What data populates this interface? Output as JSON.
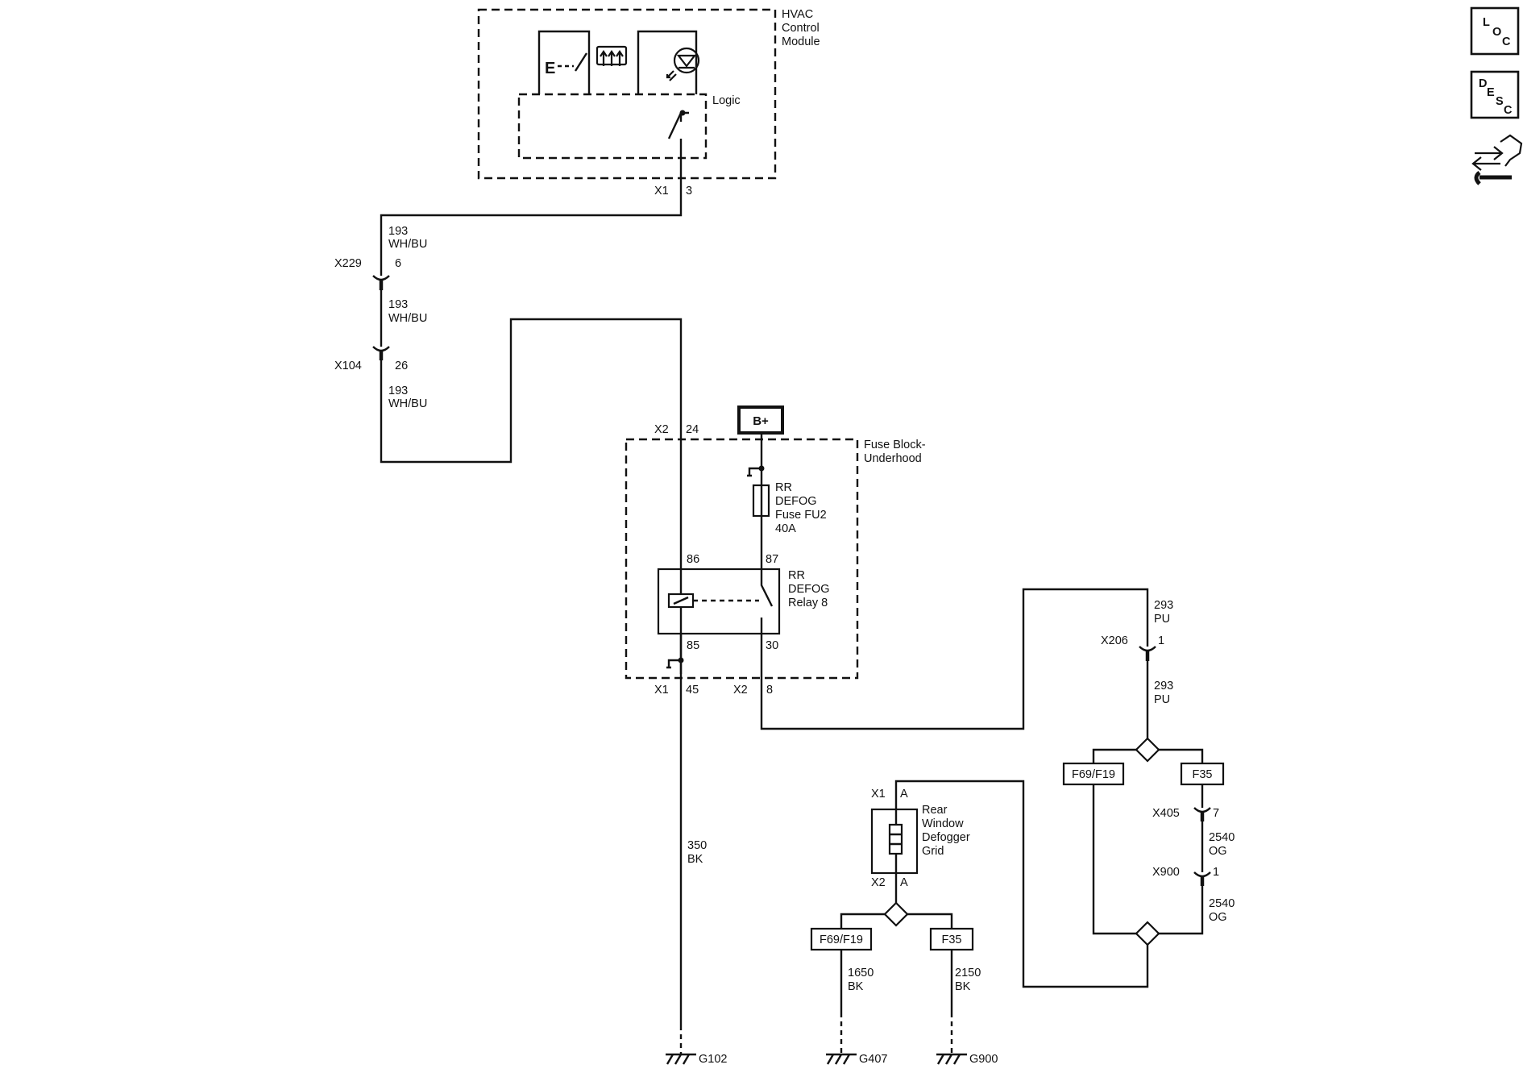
{
  "modules": {
    "hvac": [
      "HVAC",
      "Control",
      "Module"
    ],
    "logic": "Logic",
    "fuse_block": [
      "Fuse Block-",
      "Underhood"
    ]
  },
  "power": {
    "bplus": "B+"
  },
  "fuse": [
    "RR",
    "DEFOG",
    "Fuse FU2",
    "40A"
  ],
  "relay": {
    "label": [
      "RR",
      "DEFOG",
      "Relay 8"
    ],
    "pin86": "86",
    "pin87": "87",
    "pin85": "85",
    "pin30": "30"
  },
  "grid": [
    "Rear",
    "Window",
    "Defogger",
    "Grid"
  ],
  "connectors": {
    "hvac_x1": "X1",
    "hvac_pin": "3",
    "x229": "X229",
    "x229_pin": "6",
    "x104": "X104",
    "x104_pin": "26",
    "fb_x2": "X2",
    "fb_x2_pin": "24",
    "fb_x1b": "X1",
    "fb_x1b_pin": "45",
    "fb_x2b": "X2",
    "fb_x2b_pin": "8",
    "x206": "X206",
    "x206_pin": "1",
    "x405": "X405",
    "x405_pin": "7",
    "x900": "X900",
    "x900_pin": "1",
    "grid_x1": "X1",
    "grid_x1_pin": "A",
    "grid_x2": "X2",
    "grid_x2_pin": "A"
  },
  "wires": {
    "w193a": [
      "193",
      "WH/BU"
    ],
    "w193b": [
      "193",
      "WH/BU"
    ],
    "w193c": [
      "193",
      "WH/BU"
    ],
    "w350": [
      "350",
      "BK"
    ],
    "w293a": [
      "293",
      "PU"
    ],
    "w293b": [
      "293",
      "PU"
    ],
    "w2540a": [
      "2540",
      "OG"
    ],
    "w2540b": [
      "2540",
      "OG"
    ],
    "w1650": [
      "1650",
      "BK"
    ],
    "w2150": [
      "2150",
      "BK"
    ]
  },
  "options": {
    "top_left": "F69/F19",
    "top_right": "F35",
    "bottom_left": "F69/F19",
    "bottom_right": "F35"
  },
  "grounds": {
    "g102": "G102",
    "g407": "G407",
    "g900": "G900"
  },
  "nav": {
    "loc": [
      "L",
      "O",
      "C"
    ],
    "desc": [
      "D",
      "E",
      "S",
      "C"
    ],
    "procedures_icon": "connector-repair-icon"
  }
}
